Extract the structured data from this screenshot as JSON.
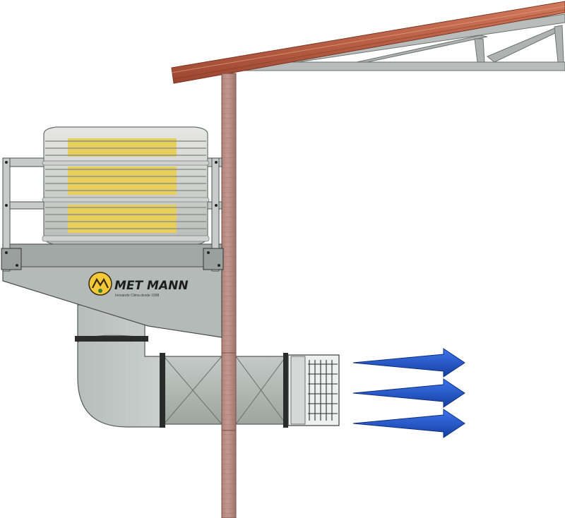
{
  "brand": {
    "name": "MET MANN",
    "tagline": "Inovando Clima desde 1998",
    "colors": {
      "arrow_blue": "#1f55d6",
      "roof_tile": "#b8563b",
      "steel": "#a9b0ac",
      "brick": "#b98b80",
      "pad_yellow": "#e8cf5a",
      "logo_yellow": "#f3c93a"
    }
  },
  "diagram": {
    "components": [
      "roof",
      "roof-truss",
      "brick-wall",
      "evaporative-cooler",
      "support-frame",
      "elbow-duct",
      "straight-duct",
      "outlet-grille",
      "airflow-arrows"
    ],
    "airflow_arrow_count": 3
  }
}
